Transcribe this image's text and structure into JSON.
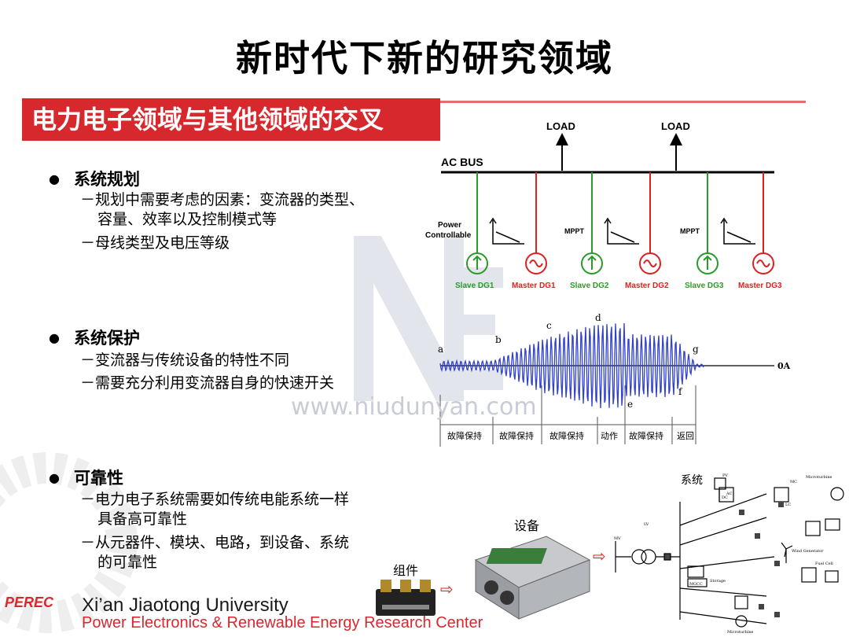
{
  "title": "新时代下新的研究领域",
  "section_banner": "电力电子领域与其他领域的交叉",
  "bullets": [
    {
      "heading": "系统规划",
      "items": [
        "－规划中需要考虑的因素：变流器的类型、",
        "容量、效率以及控制模式等",
        "－母线类型及电压等级"
      ]
    },
    {
      "heading": "系统保护",
      "items": [
        "－变流器与传统设备的特性不同",
        "－需要充分利用变流器自身的快速开关"
      ]
    },
    {
      "heading": "可靠性",
      "items": [
        "－电力电子系统需要如传统电能系统一样",
        "具备高可靠性",
        "－从元器件、模块、电路，到设备、系统",
        "的可靠性"
      ]
    }
  ],
  "acbus": {
    "bus_label": "AC BUS",
    "load_labels": [
      "LOAD",
      "LOAD"
    ],
    "power_controllable": [
      "Power",
      "Controllable"
    ],
    "mppt_labels": [
      "MPPT",
      "MPPT"
    ],
    "dg_labels": [
      "Slave DG1",
      "Master DG1",
      "Slave DG2",
      "Master DG2",
      "Slave DG3",
      "Master DG3"
    ],
    "colors": {
      "slave": "#2a9a2a",
      "master": "#e02020"
    }
  },
  "waveform": {
    "point_labels": [
      "a",
      "b",
      "c",
      "d",
      "e",
      "f",
      "g"
    ],
    "zero_label": "0A",
    "stage_labels": [
      "故障保持",
      "故障保持",
      "故障保持",
      "动作",
      "故障保持",
      "返回"
    ]
  },
  "watermark_text": "www.niudunyan.com",
  "reliability": {
    "component_label": "组件",
    "device_label": "设备",
    "system_label": "系统"
  },
  "microgrid_labels": {
    "pv": "PV",
    "microturbine": "Microturbine",
    "mc": "MC",
    "lc": "LC",
    "lv": "LV",
    "mv": "MV",
    "wind": "Wind Generator",
    "fuel_cell": "Fuel Cell",
    "storage": "Storage",
    "mgcc": "MGCC",
    "dc": "DC",
    "ac": "AC"
  },
  "footer": {
    "logo": "PEREC",
    "university": "Xi’an Jiaotong University",
    "center": "Power Electronics & Renewable Energy Research Center"
  }
}
